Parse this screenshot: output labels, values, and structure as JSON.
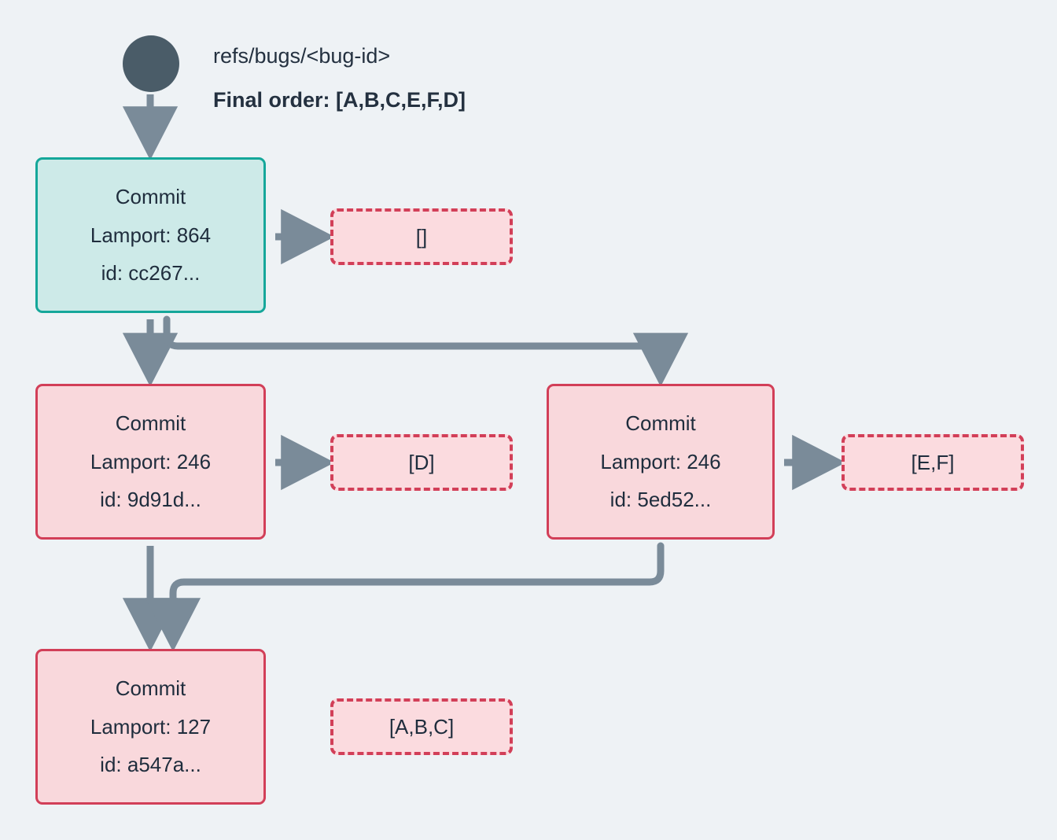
{
  "header": {
    "ref_label": "refs/bugs/<bug-id>",
    "final_order_label": "Final order: [A,B,C,E,F,D]"
  },
  "colors": {
    "background": "#eef2f5",
    "head_circle": "#4a5c68",
    "edge": "#7a8b99",
    "teal_fill": "#cdeae8",
    "teal_border": "#15a79a",
    "pink_fill": "#f9d8dc",
    "pink_border": "#d23f58",
    "tag_fill": "#fbdbdf",
    "text": "#1f2d3d"
  },
  "nodes": [
    {
      "id": "c1",
      "title": "Commit",
      "lamport": "Lamport: 864",
      "hash": "id: cc267...",
      "style": "teal",
      "tag": "[]"
    },
    {
      "id": "c2",
      "title": "Commit",
      "lamport": "Lamport: 246",
      "hash": "id: 9d91d...",
      "style": "pink",
      "tag": "[D]"
    },
    {
      "id": "c3",
      "title": "Commit",
      "lamport": "Lamport: 246",
      "hash": "id: 5ed52...",
      "style": "pink",
      "tag": "[E,F]"
    },
    {
      "id": "c4",
      "title": "Commit",
      "lamport": "Lamport: 127",
      "hash": "id: a547a...",
      "style": "pink",
      "tag": "[A,B,C]"
    }
  ]
}
